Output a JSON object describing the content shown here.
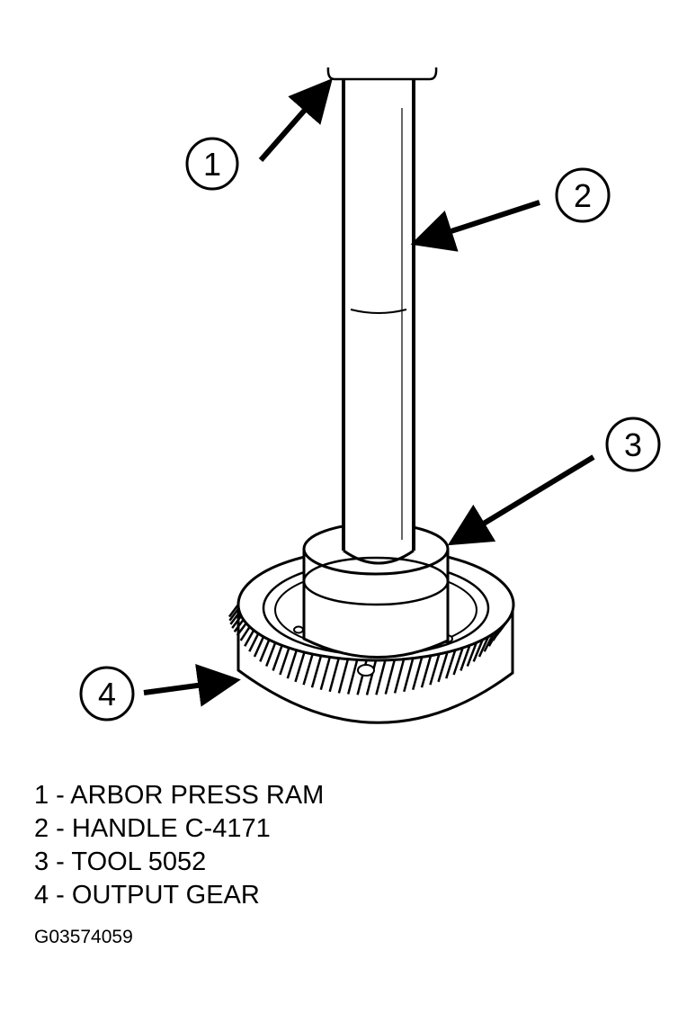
{
  "callouts": [
    {
      "number": "1",
      "label": "ARBOR PRESS RAM"
    },
    {
      "number": "2",
      "label": "HANDLE C-4171"
    },
    {
      "number": "3",
      "label": "TOOL 5052"
    },
    {
      "number": "4",
      "label": "OUTPUT GEAR"
    }
  ],
  "legend": [
    "1 - ARBOR PRESS RAM",
    "2 - HANDLE C-4171",
    "3 - TOOL 5052",
    "4 - OUTPUT GEAR"
  ],
  "figure_id": "G03574059"
}
